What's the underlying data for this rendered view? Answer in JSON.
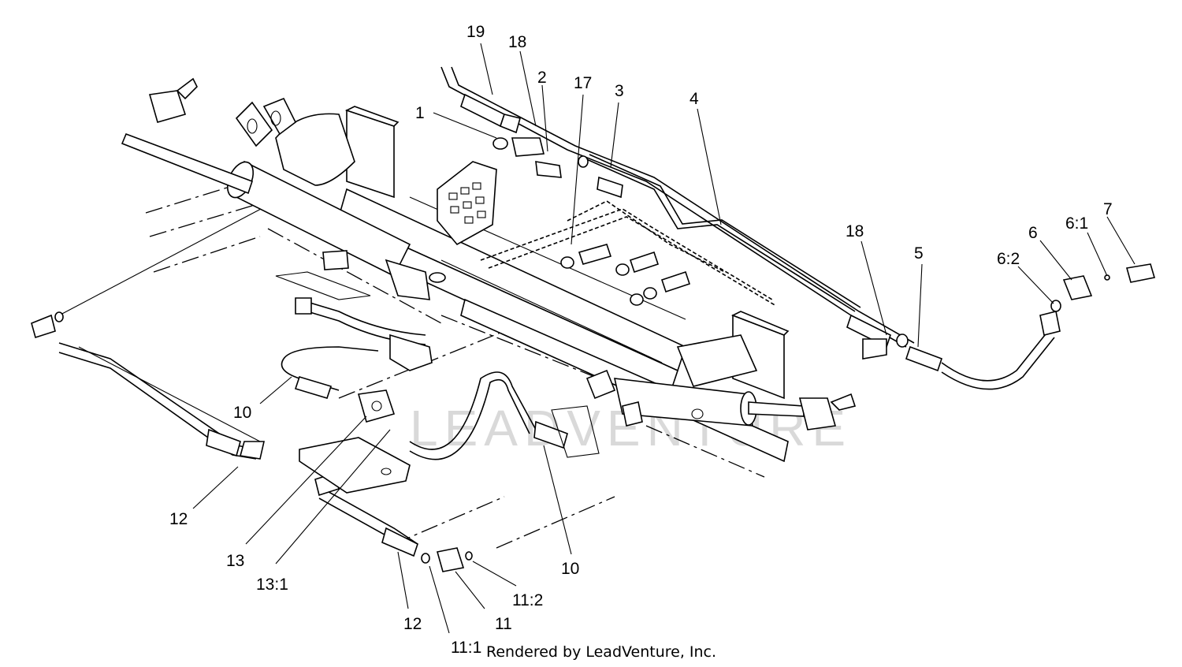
{
  "watermark": "LEADVENTURE",
  "footer": "Rendered by LeadVenture, Inc.",
  "callouts": [
    {
      "id": "c19",
      "text": "19"
    },
    {
      "id": "c18a",
      "text": "18"
    },
    {
      "id": "c2",
      "text": "2"
    },
    {
      "id": "c17",
      "text": "17"
    },
    {
      "id": "c3",
      "text": "3"
    },
    {
      "id": "c1",
      "text": "1"
    },
    {
      "id": "c4",
      "text": "4"
    },
    {
      "id": "c18b",
      "text": "18"
    },
    {
      "id": "c5",
      "text": "5"
    },
    {
      "id": "c6",
      "text": "6"
    },
    {
      "id": "c61",
      "text": "6:1"
    },
    {
      "id": "c7",
      "text": "7"
    },
    {
      "id": "c62",
      "text": "6:2"
    },
    {
      "id": "c10a",
      "text": "10"
    },
    {
      "id": "c12a",
      "text": "12"
    },
    {
      "id": "c13",
      "text": "13"
    },
    {
      "id": "c131",
      "text": "13:1"
    },
    {
      "id": "c10b",
      "text": "10"
    },
    {
      "id": "c112",
      "text": "11:2"
    },
    {
      "id": "c11",
      "text": "11"
    },
    {
      "id": "c12b",
      "text": "12"
    },
    {
      "id": "c111",
      "text": "11:1"
    }
  ]
}
